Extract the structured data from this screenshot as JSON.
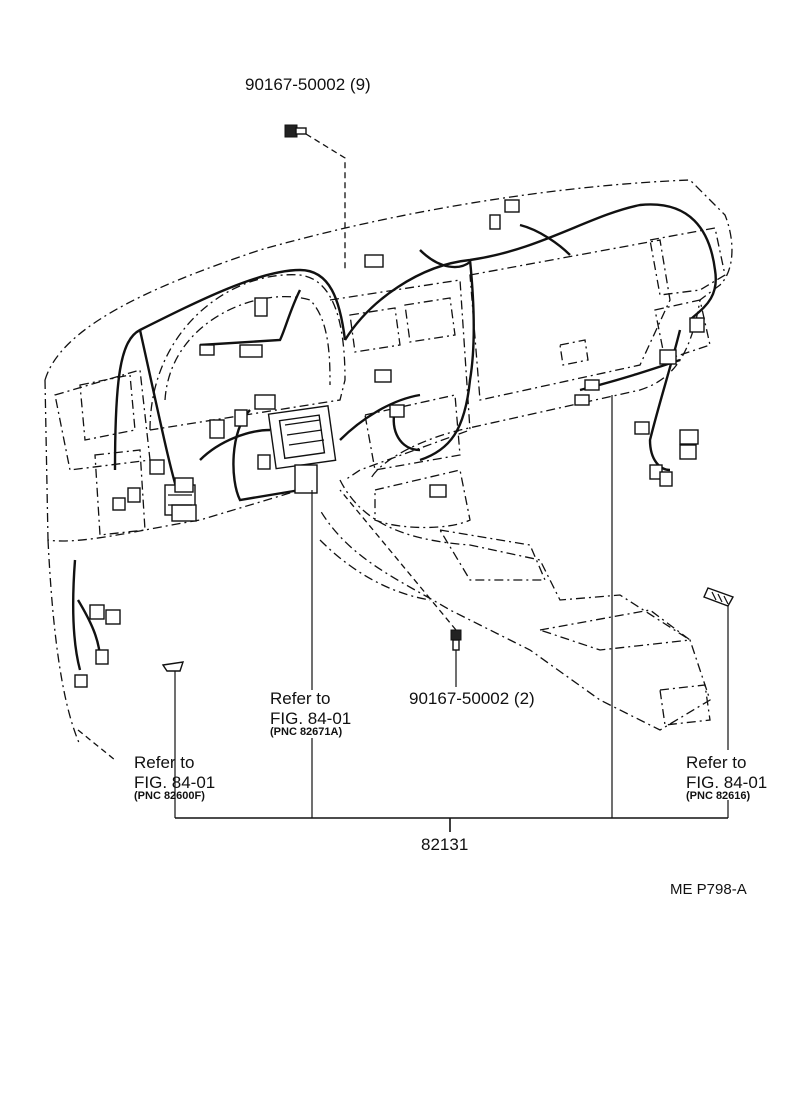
{
  "labels": {
    "bolt_top": "90167-50002 (9)",
    "bolt_mid": "90167-50002 (2)",
    "ref_center": {
      "line1": "Refer to",
      "line2": "FIG. 84-01",
      "line3": "(PNC 82671A)"
    },
    "ref_left": {
      "line1": "Refer to",
      "line2": "FIG. 84-01",
      "line3": "(PNC 82600F)"
    },
    "ref_right": {
      "line1": "Refer to",
      "line2": "FIG. 84-01",
      "line3": "(PNC 82616)"
    },
    "part_number": "82131",
    "code": "ME  P798-A"
  }
}
